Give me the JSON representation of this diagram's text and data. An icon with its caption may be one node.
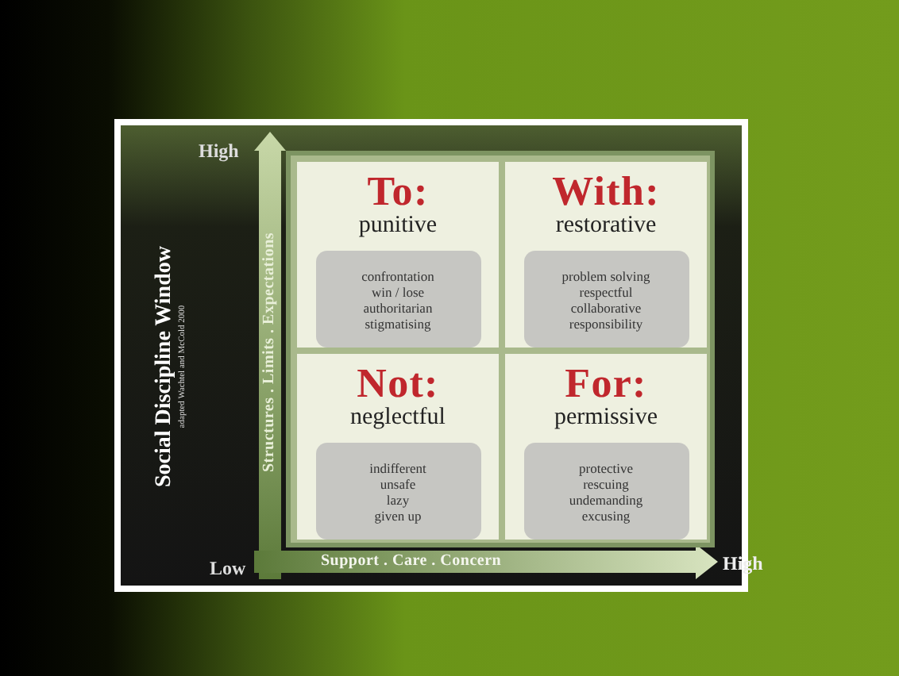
{
  "diagram": {
    "title": "Social Discipline Window",
    "nodes": [
      {
        "text": [
          "To:",
          "punitive"
        ]
      },
      {
        "text": [
          "confrontation",
          "win / lose",
          "authoritarian",
          "stigmatising"
        ],
        "in": 0
      },
      {
        "text": [
          "With:",
          "restorative"
        ]
      },
      {
        "text": [
          "problem solving",
          "respectful",
          "collaborative",
          "responsibility"
        ],
        "in": 2
      },
      {
        "text": [
          "Not:",
          "neglectful"
        ]
      },
      {
        "text": [
          "indifferent",
          "unsafe",
          "lazy",
          "given up"
        ],
        "in": 4
      },
      {
        "text": [
          "For:",
          "permissive"
        ]
      },
      {
        "text": [
          "protective",
          "rescuing",
          "undemanding",
          "excusing"
        ],
        "in": 6
      }
    ],
    "labels": [
      "adapted Wachtel and McCold 2000",
      "High",
      "Structures . Limits . Expectations",
      "Low",
      "Support . Care . Concern",
      "High"
    ]
  }
}
